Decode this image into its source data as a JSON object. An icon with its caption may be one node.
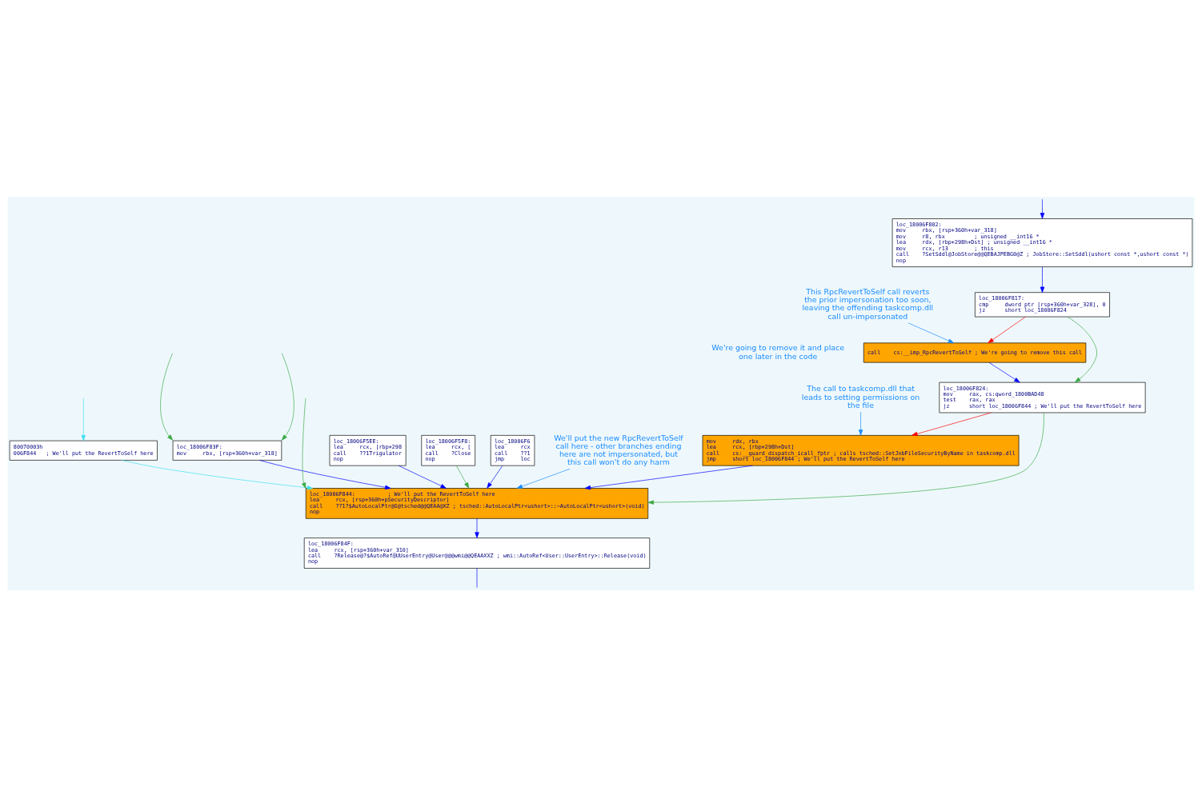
{
  "diagram": {
    "nodes": [
      {
        "text": [
          "loc_18006F802:",
          "mov     rbx, [rsp+360h+var_318]",
          "mov     r8, rbx         ; unsigned __int16 *",
          "lea     rdx, [rbp+298h+Dst] ; unsigned __int16 *",
          "mov     rcx, r13        ; this",
          "call    ?SetSddl@JobStore@@QEBAJPEBG0@Z ; JobStore::SetSddl(ushort const *,ushort const *)",
          "nop"
        ]
      },
      {
        "text": [
          "loc_18006F817:",
          "cmp     dword ptr [rsp+360h+var_328], 0",
          "jz      short loc_18006F824"
        ]
      },
      {
        "text": [
          "call    cs:__imp_RpcRevertToSelf ; We're going to remove this call"
        ]
      },
      {
        "text": [
          "loc_18006F824:",
          "mov     rax, cs:qword_1800BAD48",
          "test    rax, rax",
          "jz      short loc_18006F844 ; We'll put the RevertToSelf here"
        ]
      },
      {
        "text": [
          "80070003h",
          "006F844   ; We'll put the RevertToSelf here"
        ]
      },
      {
        "text": [
          "loc_18006F83F:",
          "mov     rbx, [rsp+360h+var_318]"
        ]
      },
      {
        "text": [
          "mov     rdx, rbx",
          "lea     rcx, [rbp+298h+Dst]",
          "call    cs:__guard_dispatch_icall_fptr ; calls tsched::SetJobFileSecurityByName in taskcomp.dll",
          "jmp     short loc_18006F844 ; We'll put the RevertToSelf here"
        ]
      },
      {
        "text": [
          "loc_18006F844:          ; We'll put the RevertToSelf here",
          "lea     rcx, [rsp+360h+pSecurityDescriptor]",
          "call    ??1?$AutoLocalPtr@G@tsched@@QEAA@XZ ; tsched::AutoLocalPtr<ushort>::~AutoLocalPtr<ushort>(void)",
          "nop"
        ]
      },
      {
        "text": [
          "loc_18006F84F:",
          "lea     rcx, [rsp+360h+var_310]",
          "call    ?Release@?$AutoRef@UUserEntry@User@@@wmi@@QEAAXXZ ; wmi::AutoRef<User::UserEntry>::Release(void)",
          "nop"
        ]
      },
      {
        "text": [
          "loc_18006F5EE:",
          "lea     rcx, [rbp+298",
          "call    ??1Trigulator",
          "nop"
        ]
      },
      {
        "text": [
          "loc_18006F5F8:",
          "lea     rcx, [",
          "call    ?Close",
          "nop"
        ]
      },
      {
        "text": [
          "loc_18006F6",
          "lea     rcx",
          "call    ??1",
          "jmp     loc"
        ]
      },
      {
        "text": [
          "This RpcRevertToSelf call reverts the prior impersonation too soon, leaving the offending taskcomp.dll call un-impersonated"
        ]
      },
      {
        "text": [
          "The call to taskcomp.dll that leads to setting permissions on the file"
        ]
      },
      {
        "text": [
          "We'll put the new RpcRevertToSelf call here - other branches ending here are not impersonated, but this call won't do any harm"
        ]
      }
    ],
    "edges": [
      {
        "from": null,
        "to": 0,
        "arrow": "to"
      },
      {
        "from": 0,
        "to": 1,
        "arrow": "to"
      },
      {
        "from": 1,
        "to": 2,
        "arrow": "to",
        "color": "#ff0000"
      },
      {
        "from": 1,
        "to": 3,
        "arrow": "to",
        "color": "#3aa845"
      },
      {
        "from": 2,
        "to": 3,
        "arrow": "to"
      },
      {
        "from": null,
        "to": 5,
        "arrow": "to",
        "color": "#3aa845"
      },
      {
        "from": null,
        "to": 5,
        "arrow": "to",
        "color": "#3aa845"
      },
      {
        "from": null,
        "to": 4,
        "arrow": "to",
        "color": "#40e0f0"
      },
      {
        "from": 3,
        "to": 6,
        "arrow": "to",
        "color": "#ff0000"
      },
      {
        "from": 3,
        "to": 7,
        "arrow": "to",
        "color": "#3aa845"
      },
      {
        "from": 4,
        "to": 7,
        "arrow": "to",
        "color": "#40e0f0"
      },
      {
        "from": 5,
        "to": 7,
        "arrow": "to"
      },
      {
        "from": 6,
        "to": 7,
        "arrow": "to"
      },
      {
        "from": 9,
        "to": 7,
        "arrow": "to"
      },
      {
        "from": 10,
        "to": 7,
        "arrow": "to",
        "color": "#3aa845"
      },
      {
        "from": 11,
        "to": 7,
        "arrow": "to"
      },
      {
        "from": null,
        "to": 7,
        "arrow": "to",
        "color": "#3aa845"
      },
      {
        "from": 7,
        "to": 8,
        "arrow": "to"
      },
      {
        "from": 8,
        "to": null,
        "arrow": "none"
      },
      {
        "from": 12,
        "to": 2,
        "arrow": "to",
        "color": "#1a8cff"
      },
      {
        "from": 13,
        "to": 6,
        "arrow": "to",
        "color": "#1a8cff"
      },
      {
        "from": 14,
        "to": 7,
        "arrow": "to",
        "color": "#1a8cff"
      }
    ],
    "labels": [
      "We're going to remove it and place one later in the code"
    ]
  }
}
